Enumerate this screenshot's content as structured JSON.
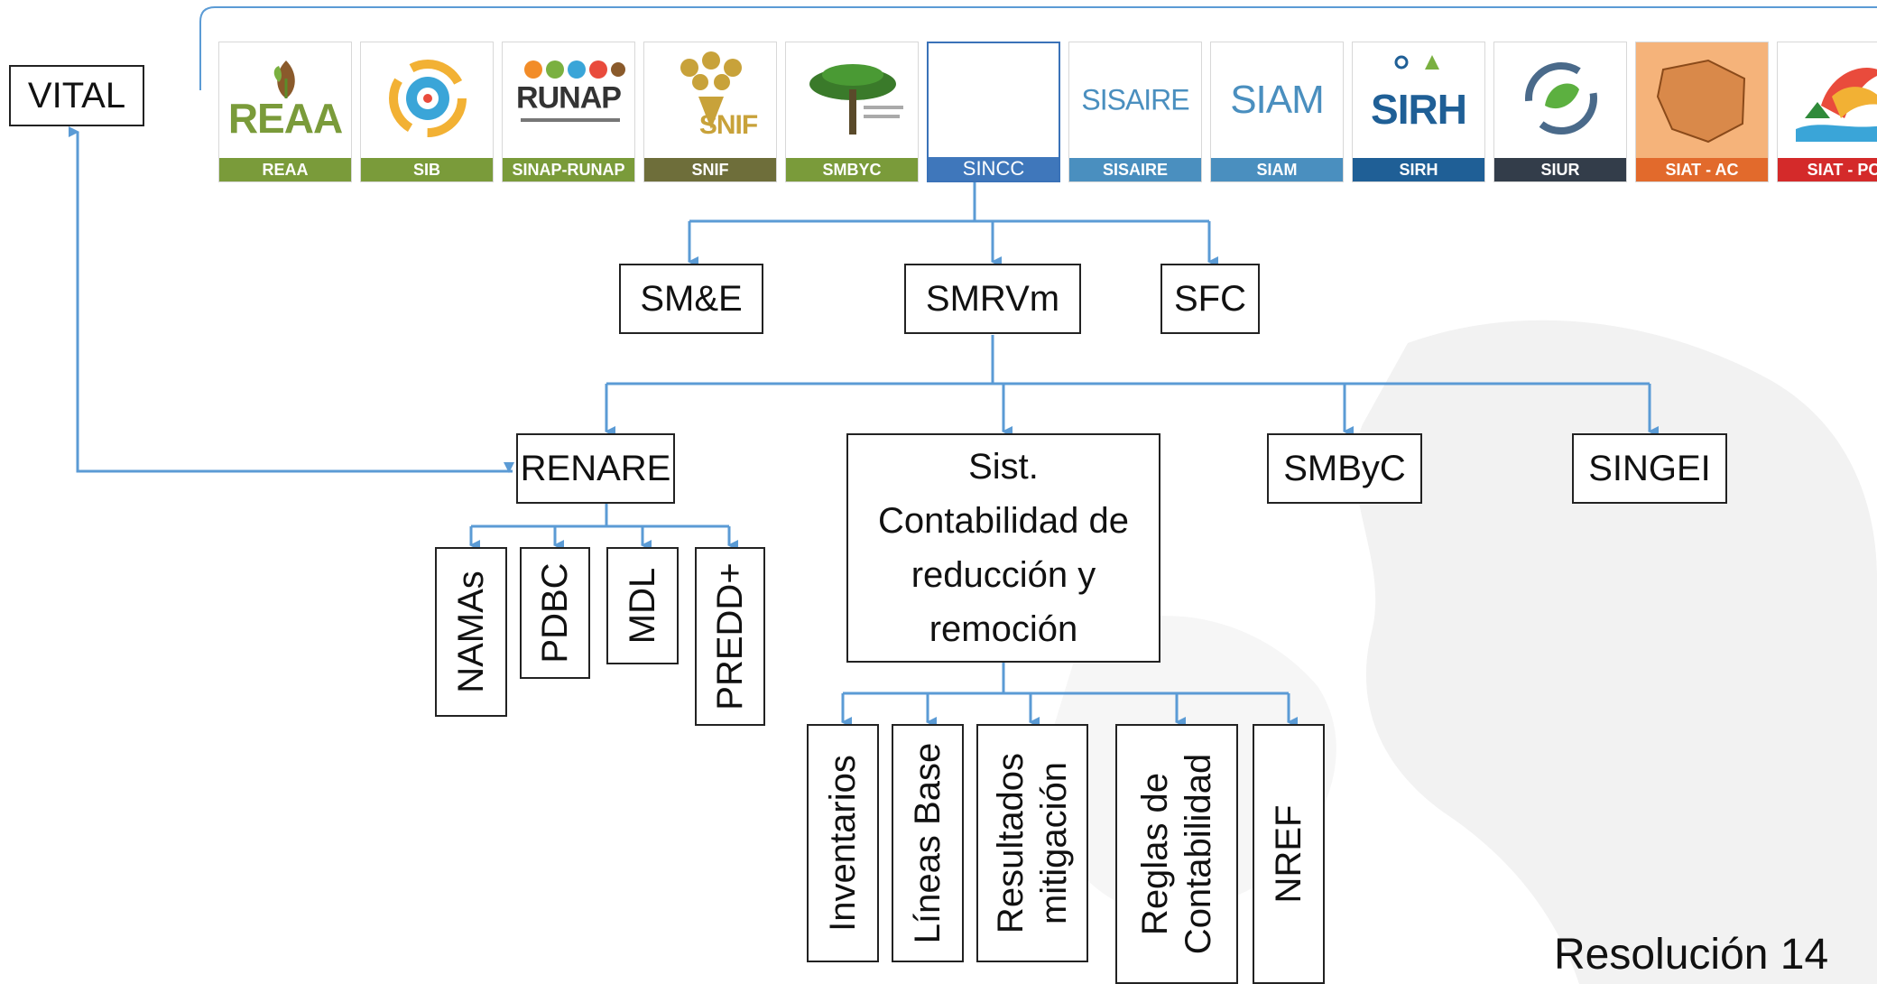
{
  "colors": {
    "connector": "#5b9bd5",
    "box_border": "#222222",
    "selected_band": "#3f77bb"
  },
  "root": {
    "label": "VITAL"
  },
  "systems": [
    {
      "key": "reaa",
      "label": "REAA",
      "logo_text": "REAA",
      "band_color": "#7a9b3a",
      "icon": "leaf-icon"
    },
    {
      "key": "sib",
      "label": "SIB",
      "logo_text": "",
      "band_color": "#7a9b3a",
      "icon": "sib-circle-icon"
    },
    {
      "key": "runap",
      "label": "SINAP-RUNAP",
      "logo_text": "RUNAP",
      "band_color": "#7a9b3a",
      "icon": "runap-icon"
    },
    {
      "key": "snif",
      "label": "SNIF",
      "logo_text": "SNIF",
      "band_color": "#6e6e3a",
      "icon": "tree-icon"
    },
    {
      "key": "smbyc",
      "label": "SMBYC",
      "logo_text": "",
      "band_color": "#7a9b3a",
      "icon": "forest-tree-icon"
    },
    {
      "key": "sincc",
      "label": "SINCC",
      "logo_text": "",
      "band_color": "#3f77bb",
      "icon": "blank-icon",
      "selected": true
    },
    {
      "key": "sisaire",
      "label": "SISAIRE",
      "logo_text": "SISAIRE",
      "band_color": "#4a8fbf",
      "icon": "sisaire-icon"
    },
    {
      "key": "siam",
      "label": "SIAM",
      "logo_text": "SIAM",
      "band_color": "#4a8fbf",
      "icon": "siam-icon"
    },
    {
      "key": "sirh",
      "label": "SIRH",
      "logo_text": "SIRH",
      "band_color": "#1f5f96",
      "icon": "water-drop-icon"
    },
    {
      "key": "siur",
      "label": "SIUR",
      "logo_text": "",
      "band_color": "#333d4a",
      "icon": "recycle-leaf-icon"
    },
    {
      "key": "siatac",
      "label": "SIAT - AC",
      "logo_text": "",
      "band_color": "#e26a2c",
      "icon": "amazon-map-icon"
    },
    {
      "key": "siatpc",
      "label": "SIAT - PC",
      "logo_text": "",
      "band_color": "#d42a2a",
      "icon": "pacific-bird-icon"
    }
  ],
  "level2": [
    {
      "key": "sme",
      "label": "SM&E"
    },
    {
      "key": "smrvm",
      "label": "SMRVm"
    },
    {
      "key": "sfc",
      "label": "SFC"
    }
  ],
  "level3": [
    {
      "key": "renare",
      "label": "RENARE"
    },
    {
      "key": "sist",
      "label": "Sist.\nContabilidad de\nreducción y\nremoción"
    },
    {
      "key": "smbyc",
      "label": "SMByC"
    },
    {
      "key": "singei",
      "label": "SINGEI"
    }
  ],
  "renare_children": [
    {
      "key": "namas",
      "label": "NAMAs"
    },
    {
      "key": "pdbc",
      "label": "PDBC"
    },
    {
      "key": "mdl",
      "label": "MDL"
    },
    {
      "key": "predd",
      "label": "PREDD+"
    }
  ],
  "sist_children": [
    {
      "key": "inventarios",
      "label": "Inventarios"
    },
    {
      "key": "lineas",
      "label": "Líneas Base"
    },
    {
      "key": "resultados",
      "label": "Resultados\nmitigación"
    },
    {
      "key": "reglas",
      "label": "Reglas de\nContabilidad"
    },
    {
      "key": "nref",
      "label": "NREF"
    }
  ],
  "footer": {
    "text": "Resolución 14"
  }
}
